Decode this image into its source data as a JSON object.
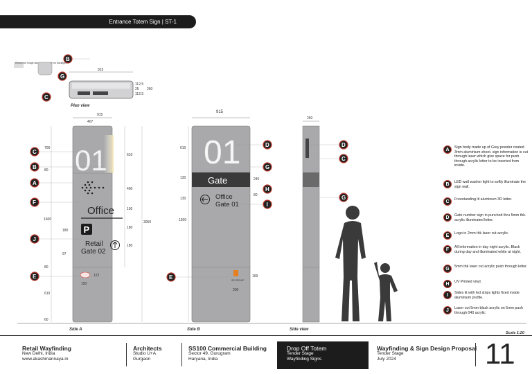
{
  "header": {
    "title": "Entrance Totem Sign | ST-1"
  },
  "plan_view": {
    "label": "Plan view",
    "reference_note": "Reference image aluminium profile for backlight",
    "dims": [
      "915",
      "112.5",
      "25",
      "112.5",
      "250"
    ]
  },
  "side_a": {
    "label": "Side A",
    "gate_number": "01",
    "destination": "Office",
    "parking_letter": "P",
    "retail_line1": "Retail",
    "retail_line2": "Gate 02",
    "dims": [
      "915",
      "407",
      "700",
      "610",
      "400",
      "150",
      "180",
      "180",
      "3050",
      "1600",
      "180",
      "97",
      "610",
      "122",
      "150",
      "60",
      "80"
    ]
  },
  "side_b": {
    "label": "Side B",
    "gate_number": "01",
    "band_text": "Gate",
    "office_line1": "Office",
    "office_line2": "Gate 01",
    "logo_text": "SS GROUP",
    "dims": [
      "915",
      "610",
      "130",
      "240",
      "130",
      "80",
      "1500",
      "169",
      "200"
    ]
  },
  "side_view": {
    "label": "Side view",
    "dims": [
      "250"
    ]
  },
  "scale": "Scale 1:20",
  "callouts_a": [
    "C",
    "B",
    "A",
    "F",
    "J",
    "E"
  ],
  "callouts_b": [
    "D",
    "G",
    "H",
    "I",
    "E"
  ],
  "callouts_side": [
    "D",
    "C",
    "G"
  ],
  "callouts_plan": [
    "B",
    "G",
    "C"
  ],
  "notes": [
    {
      "letter": "A",
      "text": "Sign body made up of Grey powder coated 3mm aluminium sheet. sign information is cut through laser which give space for push through acrylic letter to be inserted from inside."
    },
    {
      "letter": "B",
      "text": "LED wall washer light to softly illuminate the sign wall."
    },
    {
      "letter": "C",
      "text": "Freestanding lit aluminum 3D letter."
    },
    {
      "letter": "D",
      "text": "Gate number sign in punched thru 5mm thk. acrylic illuminated letter."
    },
    {
      "letter": "E",
      "text": "Logo in 2mm thk laser cut acrylic."
    },
    {
      "letter": "F",
      "text": "All information in day night acrylic. Black during day and illuminated white at night."
    },
    {
      "letter": "G",
      "text": "5mm thk laser cut acrylic push through letter."
    },
    {
      "letter": "H",
      "text": "UV Printed vinyl."
    },
    {
      "letter": "I",
      "text": "Sides lit with led strips lights fixed inside aluminium profile."
    },
    {
      "letter": "J",
      "text": "Laser cut 5mm black acrylic on 5mm push through 040 acrylic"
    }
  ],
  "footer": {
    "col1": {
      "title": "Retail Wayfinding",
      "line1": "New Delhi, India",
      "line2": "www.akashmannaya.in"
    },
    "col2": {
      "title": "Architects",
      "line1": "Studio U+A",
      "line2": "Gurgaon"
    },
    "col3": {
      "title": "SS100 Commercial Building",
      "line1": "Sector 49, Gurugram",
      "line2": "Haryana, India"
    },
    "col4": {
      "title": "Drop Off Totem",
      "line1": "Tender Stage",
      "line2": "Wayfinding Signs"
    },
    "col5": {
      "title": "Wayfinding & Sign Design Proposal",
      "line1": "Tender Stage",
      "line2": "July 2024"
    },
    "sheet_number": "11"
  },
  "colors": {
    "panel_grey": "#a9a9ab",
    "dark": "#1c1c1c",
    "callout_red": "#c0392b",
    "glow": "#f3e6b0"
  }
}
